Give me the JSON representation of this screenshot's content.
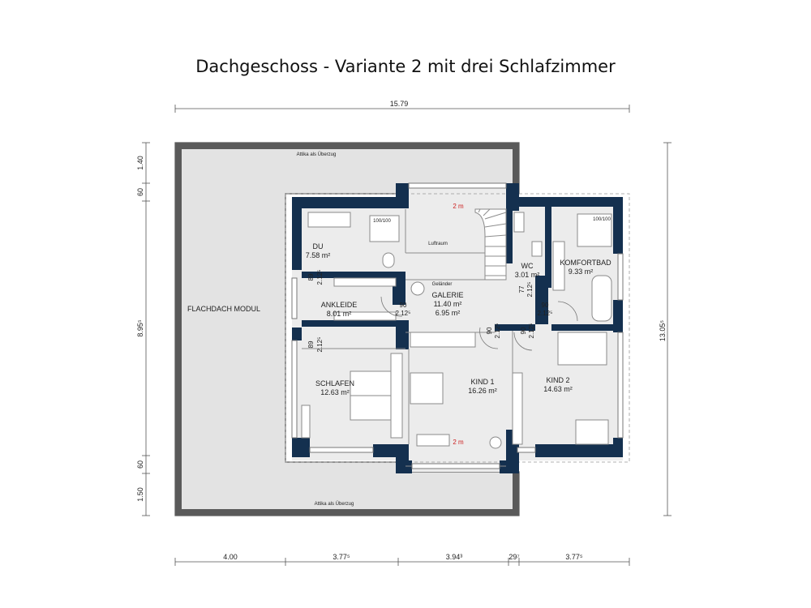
{
  "title": "Dachgeschoss - Variante 2 mit drei Schlafzimmer",
  "colors": {
    "wall": "#14304f",
    "roof": "#e3e3e3",
    "floor": "#ececec",
    "outline": "#5a5a5a",
    "accent": "#cc1f1f"
  },
  "plan": {
    "attika_top": "Attika als Überzug",
    "attika_bottom": "Attika als Überzug",
    "flachdach": "FLACHDACH MODUL",
    "luftraum": "Luftraum",
    "gelaender": "Geländer",
    "height_marks": [
      "2 m",
      "2 m"
    ],
    "shower_du": "100/100",
    "shower_bad": "100/100",
    "rooms": {
      "du": {
        "name": "DU",
        "area": "7.58 m²"
      },
      "ankleide": {
        "name": "ANKLEIDE",
        "area": "8.01 m²"
      },
      "schlafen": {
        "name": "SCHLAFEN",
        "area": "12.63 m²"
      },
      "galerie": {
        "name": "GALERIE",
        "area": "11.40 m²",
        "area2": "6.95 m²"
      },
      "kind1": {
        "name": "KIND 1",
        "area": "16.26 m²"
      },
      "kind2": {
        "name": "KIND 2",
        "area": "14.63 m²"
      },
      "wc": {
        "name": "WC",
        "area": "3.01 m²"
      },
      "komfortbad": {
        "name": "KOMFORTBAD",
        "area": "9.33 m²"
      }
    },
    "doors": {
      "du": {
        "w": "89",
        "h": "2.12⁵"
      },
      "ankleide_galerie": {
        "w": "90",
        "h": "2.12⁵"
      },
      "ankleide_schlafen": {
        "w": "89",
        "h": "2.12⁵"
      },
      "wc": {
        "w": "77",
        "h": "2.12⁵"
      },
      "bad": {
        "w": "90",
        "h": "2.12⁵"
      },
      "kind1": {
        "w": "90",
        "h": "2.12⁵"
      },
      "kind2": {
        "w": "90",
        "h": "2.12⁵"
      }
    }
  },
  "dimensions": {
    "top": "15.79",
    "left": [
      "1.40",
      "60",
      "8.95⁵",
      "60",
      "1.50"
    ],
    "right": "13.05⁵",
    "bottom": [
      "4.00",
      "3.77⁵",
      "3.94³",
      "29⁷",
      "3.77⁵"
    ]
  }
}
